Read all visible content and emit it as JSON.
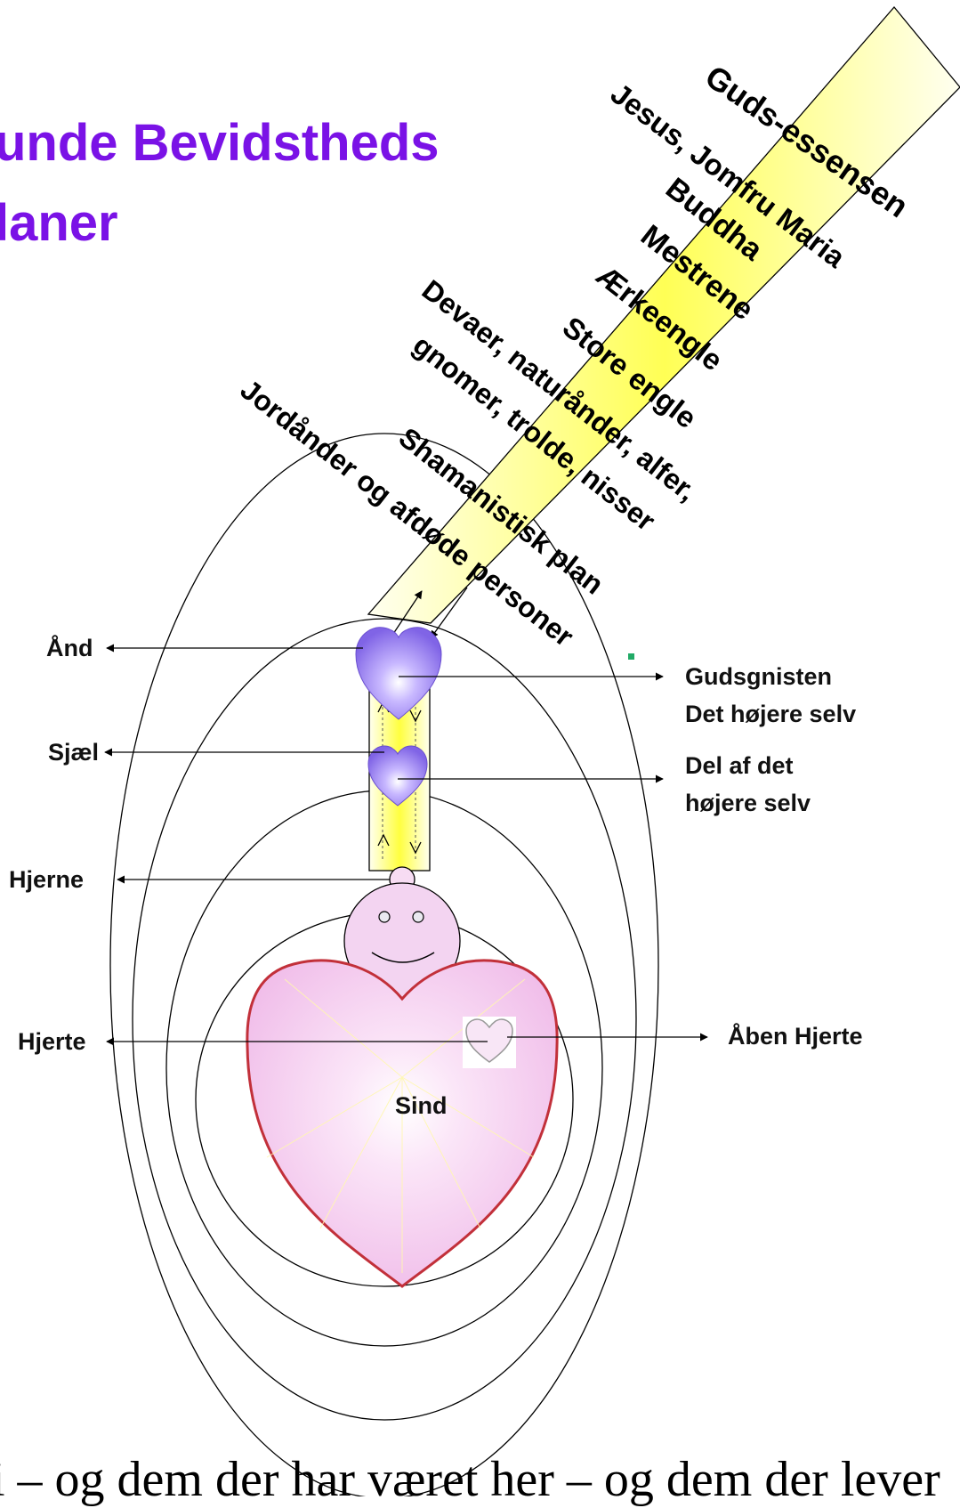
{
  "title": {
    "line1": "unde Bevidstheds",
    "line2": "laner"
  },
  "ray_labels": [
    "Guds-essensen",
    "Jesus, Jomfru Maria",
    "Buddha",
    "Mestrene",
    "Ærkeengle",
    "Store engle",
    "Devaer, naturånder, alfer,",
    "gnomer, trolde, nisser",
    "Shamanistisk plan",
    "Jordånder og afdøde personer"
  ],
  "left_labels": {
    "aand": "Ånd",
    "sjael": "Sjæl",
    "hjerne": "Hjerne",
    "hjerte": "Hjerte"
  },
  "right_labels": {
    "gudsgnisten": "Gudsgnisten",
    "hoejere_selv": "Det højere selv",
    "del_af_det": "Del af det",
    "hoejere_selv2": "højere selv",
    "aaben_hjerte": "Åben Hjerte"
  },
  "center_label": "Sind",
  "bottom_text": "i – og dem der har været her – og dem der lever",
  "colors": {
    "title": "#7a12e6",
    "ray_fill": "#ffffa6",
    "ray_core": "#ffff33",
    "heart_purple": "#9c86f0",
    "big_heart": "#f6c9f2",
    "face": "#f3d4f1"
  }
}
